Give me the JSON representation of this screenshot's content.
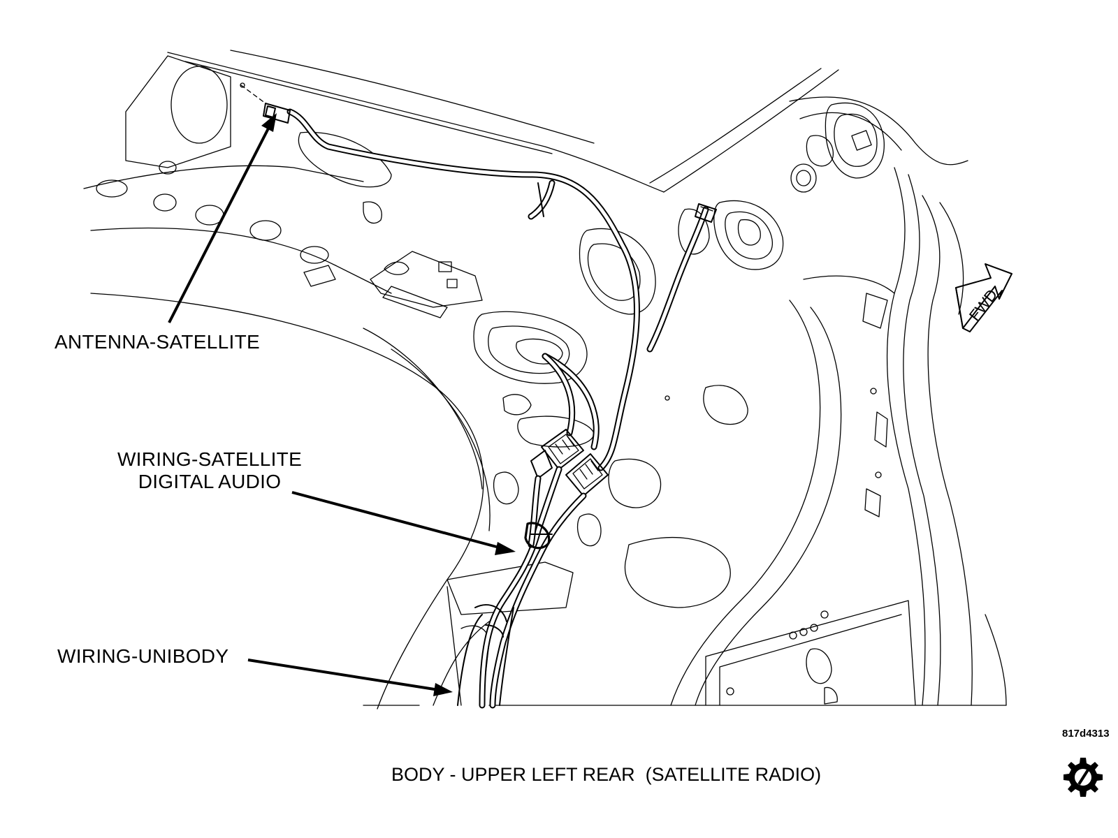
{
  "labels": {
    "antenna": "ANTENNA-SATELLITE",
    "wiring_sda_line1": "WIRING-SATELLITE",
    "wiring_sda_line2": "DIGITAL AUDIO",
    "wiring_unibody": "WIRING-UNIBODY",
    "fwd": "FWD"
  },
  "figure_code": "817d4313",
  "caption": "BODY - UPPER LEFT REAR  (SATELLITE RADIO)",
  "icons": {
    "service_mark": "gear-slash-icon",
    "direction": "fwd-arrow-icon"
  }
}
